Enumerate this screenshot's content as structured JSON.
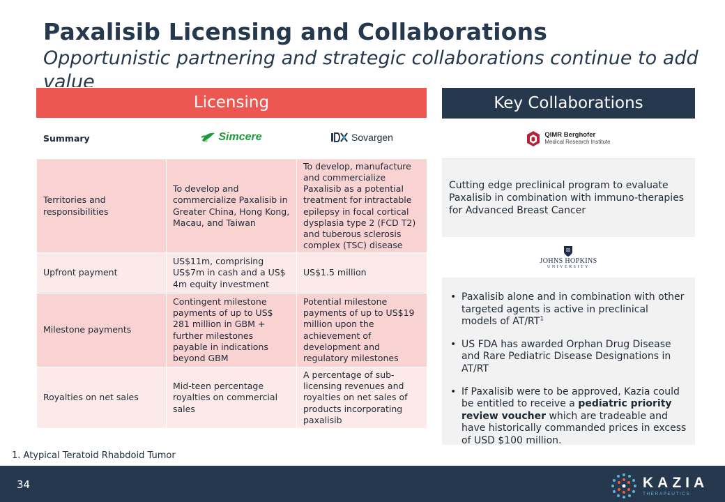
{
  "title": "Paxalisib Licensing and Collaborations",
  "subtitle": "Opportunistic partnering and strategic collaborations continue to add value",
  "licensing": {
    "header": "Licensing",
    "summary_label": "Summary",
    "partners": [
      "Simcere",
      "Sovargen"
    ],
    "rows": [
      {
        "label": "Territories and responsibilities",
        "simcere": "To develop and commercialize Paxalisib in Greater China, Hong Kong, Macau, and Taiwan",
        "sovargen": "To develop, manufacture and commercialize Paxalisib as a potential treatment for intractable epilepsy in focal cortical dysplasia type 2 (FCD T2) and tuberous sclerosis complex (TSC) disease"
      },
      {
        "label": "Upfront payment",
        "simcere": "US$11m, comprising US$7m in cash and a US$ 4m equity investment",
        "sovargen": "US$1.5 million"
      },
      {
        "label": "Milestone payments",
        "simcere": "Contingent milestone payments of up to US$ 281 million in GBM + further milestones payable in indications beyond GBM",
        "sovargen": "Potential milestone payments of up to US$19 million upon the achievement of development and regulatory milestones"
      },
      {
        "label": "Royalties on net sales",
        "simcere": "Mid-teen percentage royalties on commercial sales",
        "sovargen": "A percentage of sub-licensing revenues and royalties on net sales of products incorporating paxalisib"
      }
    ]
  },
  "collaborations": {
    "header": "Key Collaborations",
    "qimr": {
      "logo_line1": "QIMR Berghofer",
      "logo_line2": "Medical Research Institute",
      "description": "Cutting edge preclinical program to evaluate Paxalisib in combination with immuno-therapies for Advanced Breast Cancer"
    },
    "jhu": {
      "logo_line1": "JOHNS HOPKINS",
      "logo_line2": "UNIVERSITY",
      "bullet1": "Paxalisib alone and in combination with other targeted agents is active in preclinical models of AT/RT",
      "bullet1_sup": "1",
      "bullet2": "US FDA has awarded Orphan Drug Disease and Rare Pediatric Disease Designations in AT/RT",
      "bullet3_a": "If Paxalisib were to be approved, Kazia could be entitled to receive a ",
      "bullet3_b": "pediatric priority review voucher",
      "bullet3_c": " which are tradeable and have historically commanded prices in excess of USD $100 million."
    }
  },
  "footnote": "1. Atypical Teratoid Rhabdoid Tumor",
  "footer": {
    "page_number": "34",
    "brand": "KAZIA",
    "brand_sub": "THERAPEUTICS"
  },
  "colors": {
    "licensing_header": "#ec5752",
    "collab_header": "#26384d",
    "row_dark": "#f8d3d2",
    "row_light": "#fce9e9",
    "footer": "#26384d"
  }
}
